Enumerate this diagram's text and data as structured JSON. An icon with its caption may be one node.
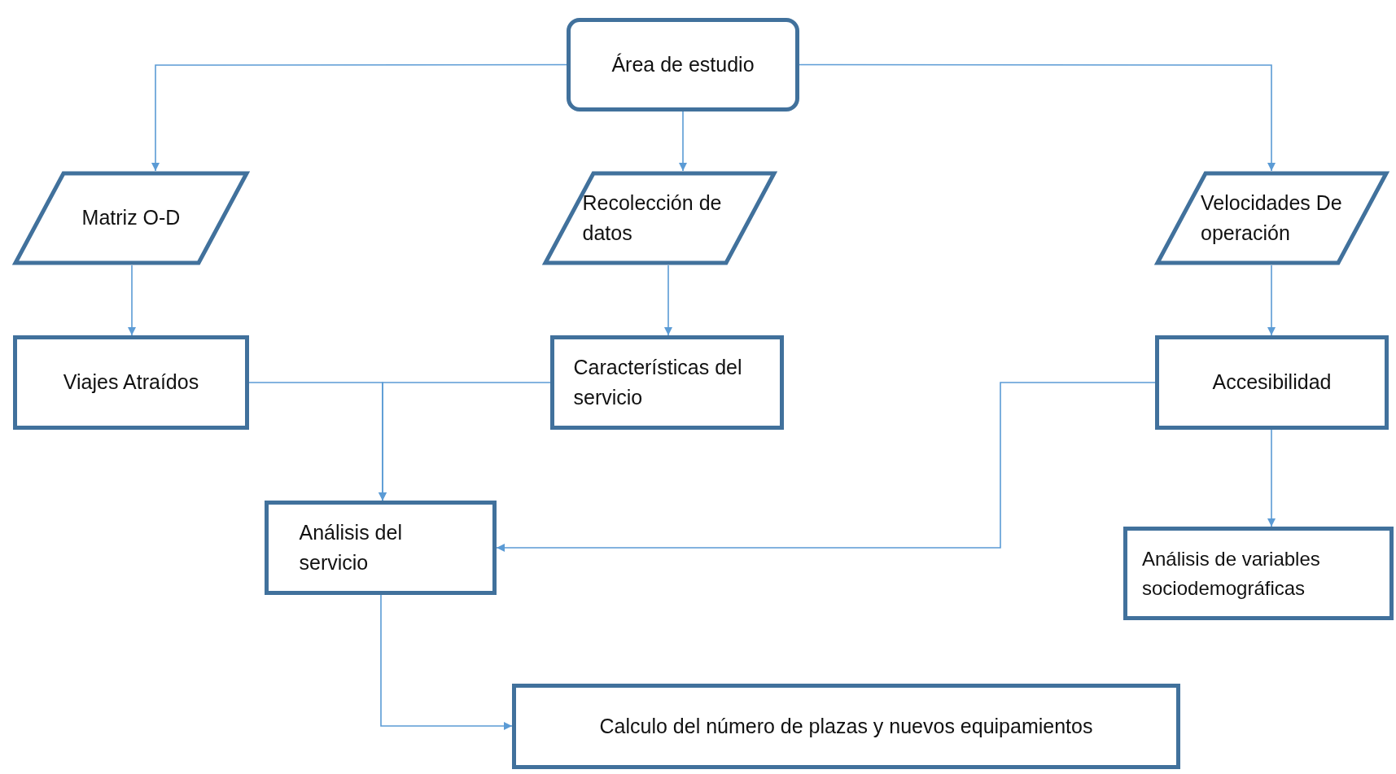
{
  "diagram": {
    "nodes": [
      {
        "text": [
          "Área de estudio"
        ]
      },
      {
        "text": [
          "Matriz O-D"
        ]
      },
      {
        "text": [
          "Recolección de datos"
        ]
      },
      {
        "text": [
          "Velocidades De operación"
        ]
      },
      {
        "text": [
          "Viajes Atraídos"
        ]
      },
      {
        "text": [
          "Características del servicio"
        ]
      },
      {
        "text": [
          "Accesibilidad"
        ]
      },
      {
        "text": [
          "Análisis del servicio"
        ]
      },
      {
        "text": [
          "Análisis de variables sociodemográficas"
        ]
      },
      {
        "text": [
          "Calculo del número de plazas y nuevos equipamientos"
        ]
      }
    ],
    "edges": [
      {
        "from": 0,
        "to": 1,
        "arrow": "to"
      },
      {
        "from": 0,
        "to": 2,
        "arrow": "to"
      },
      {
        "from": 0,
        "to": 3,
        "arrow": "to"
      },
      {
        "from": 1,
        "to": 4,
        "arrow": "to"
      },
      {
        "from": 2,
        "to": 5,
        "arrow": "to"
      },
      {
        "from": 3,
        "to": 6,
        "arrow": "to"
      },
      {
        "from": 6,
        "to": 8,
        "arrow": "to"
      },
      {
        "from": 4,
        "to": 7,
        "arrow": "to"
      },
      {
        "from": 5,
        "to": 7,
        "arrow": "to"
      },
      {
        "from": 6,
        "to": 7,
        "arrow": "to"
      },
      {
        "from": 7,
        "to": 9,
        "arrow": "to"
      }
    ]
  }
}
